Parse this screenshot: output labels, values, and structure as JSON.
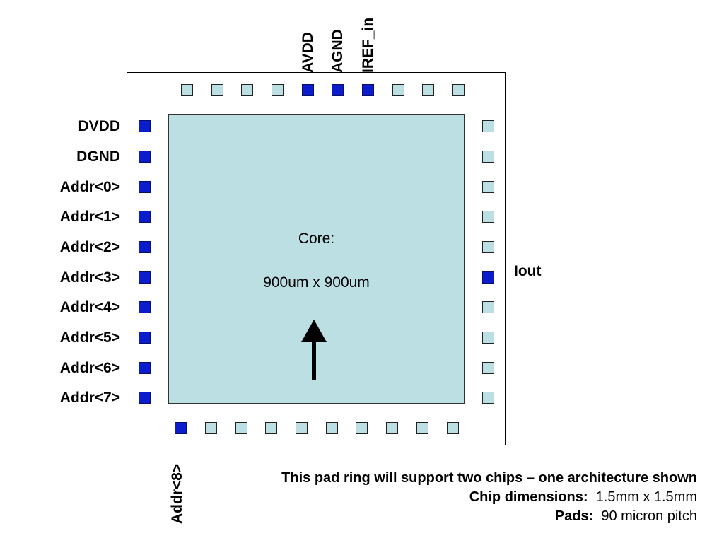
{
  "core": {
    "title": "Core:",
    "size": "900um x 900um"
  },
  "pad_labels": {
    "top": [
      "AVDD",
      "AGND",
      "IREF_in"
    ],
    "left": [
      "DVDD",
      "DGND",
      "Addr<0>",
      "Addr<1>",
      "Addr<2>",
      "Addr<3>",
      "Addr<4>",
      "Addr<5>",
      "Addr<6>",
      "Addr<7>"
    ],
    "right": "Iout",
    "bottom": "Addr<8>"
  },
  "notes": {
    "line1": "This pad ring will support two chips – one architecture shown",
    "dims_label": "Chip dimensions:",
    "dims_value": "1.5mm x 1.5mm",
    "pads_label": "Pads:",
    "pads_value": "90 micron pitch"
  },
  "colors": {
    "used_pad": "#0a1ccc",
    "unused_pad": "#bcdfe3",
    "core": "#bcdfe3"
  }
}
